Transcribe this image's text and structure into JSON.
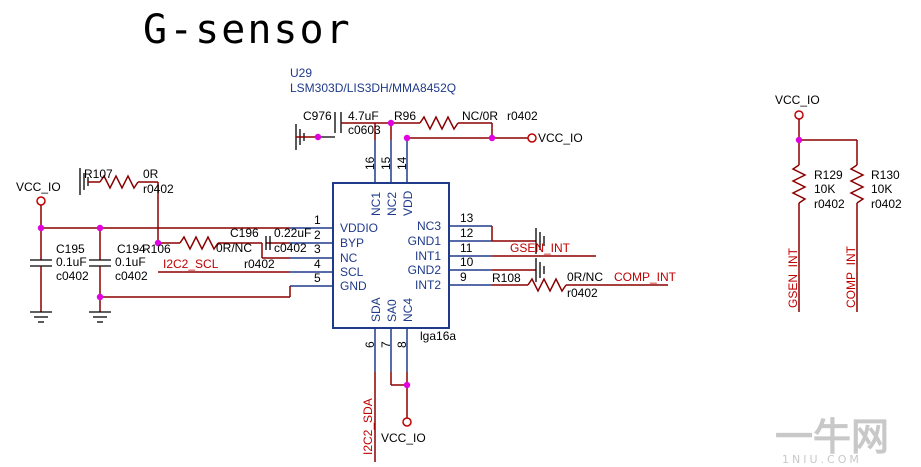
{
  "title": "G-sensor",
  "chip": {
    "ref": "U29",
    "part": "LSM303D/LIS3DH/MMA8452Q",
    "package": "lga16a",
    "left_pins": [
      {
        "num": "1",
        "name": "VDDIO"
      },
      {
        "num": "2",
        "name": "BYP"
      },
      {
        "num": "3",
        "name": "NC"
      },
      {
        "num": "4",
        "name": "SCL"
      },
      {
        "num": "5",
        "name": "GND"
      }
    ],
    "right_pins": [
      {
        "num": "13",
        "name": "NC3"
      },
      {
        "num": "12",
        "name": "GND1"
      },
      {
        "num": "11",
        "name": "INT1"
      },
      {
        "num": "10",
        "name": "GND2"
      },
      {
        "num": "9",
        "name": "INT2"
      }
    ],
    "top_pins": [
      {
        "num": "16",
        "name": "NC1"
      },
      {
        "num": "15",
        "name": "NC2"
      },
      {
        "num": "14",
        "name": "VDD"
      }
    ],
    "bottom_pins": [
      {
        "num": "6",
        "name": "SDA"
      },
      {
        "num": "7",
        "name": "SA0"
      },
      {
        "num": "8",
        "name": "NC4"
      }
    ]
  },
  "components": {
    "c976": {
      "ref": "C976",
      "value": "4.7uF",
      "package": "c0603"
    },
    "r96": {
      "ref": "R96",
      "value": "NC/0R",
      "package": "r0402"
    },
    "r107": {
      "ref": "R107",
      "value": "0R",
      "package": "r0402"
    },
    "c195": {
      "ref": "C195",
      "value": "0.1uF",
      "package": "c0402"
    },
    "c194": {
      "ref": "C194",
      "value": "0.1uF",
      "package": "c0402"
    },
    "r106": {
      "ref": "R106",
      "value": "0R/NC",
      "package": "r0402"
    },
    "c196": {
      "ref": "C196",
      "value": "0.22uF",
      "package": "c0402"
    },
    "r108": {
      "ref": "R108",
      "value": "0R/NC",
      "package": "r0402"
    },
    "r129": {
      "ref": "R129",
      "value": "10K",
      "package": "r0402"
    },
    "r130": {
      "ref": "R130",
      "value": "10K",
      "package": "r0402"
    }
  },
  "nets": {
    "vcc_io": "VCC_IO",
    "i2c2_scl": "I2C2_SCL",
    "i2c2_sda": "I2C2_SDA",
    "gsen_int": "GSEN_INT",
    "comp_int": "COMP_INT"
  },
  "watermark": {
    "main": "一牛网",
    "sub": "1NIU.COM"
  },
  "colors": {
    "wire": "#8b0000",
    "junction": "#e000e0",
    "net_label": "#c00000",
    "chip_text": "#1f3a8a"
  }
}
